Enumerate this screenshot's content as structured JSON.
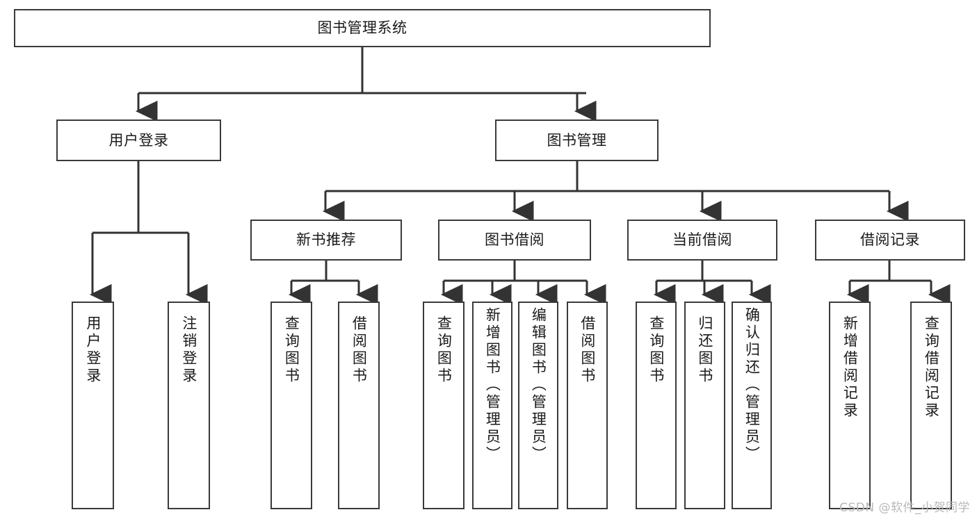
{
  "diagram": {
    "type": "tree-hierarchy-chart",
    "title": "图书管理系统",
    "watermark": "CSDN @软件_小贺同学",
    "colors": {
      "box_border": "#3a3a3a",
      "box_fill": "#ffffff",
      "connector": "#333333",
      "text": "#1a1a1a",
      "watermark": "#b8b8b8",
      "background": "#ffffff"
    },
    "root": {
      "label": "图书管理系统"
    },
    "level2": [
      {
        "label": "用户登录"
      },
      {
        "label": "图书管理"
      }
    ],
    "level3": [
      {
        "label": "新书推荐"
      },
      {
        "label": "图书借阅"
      },
      {
        "label": "当前借阅"
      },
      {
        "label": "借阅记录"
      }
    ],
    "leaves": {
      "user_login": [
        {
          "label": "用户登录"
        },
        {
          "label": "注销登录"
        }
      ],
      "new_book_recommend": [
        {
          "label": "查询图书"
        },
        {
          "label": "借阅图书"
        }
      ],
      "book_borrow": [
        {
          "label": "查询图书"
        },
        {
          "label": "新增图书（管理员）"
        },
        {
          "label": "编辑图书（管理员）"
        },
        {
          "label": "借阅图书"
        }
      ],
      "current_borrow": [
        {
          "label": "查询图书"
        },
        {
          "label": "归还图书"
        },
        {
          "label": "确认归还（管理员）"
        }
      ],
      "borrow_record": [
        {
          "label": "新增借阅记录"
        },
        {
          "label": "查询借阅记录"
        }
      ]
    }
  }
}
